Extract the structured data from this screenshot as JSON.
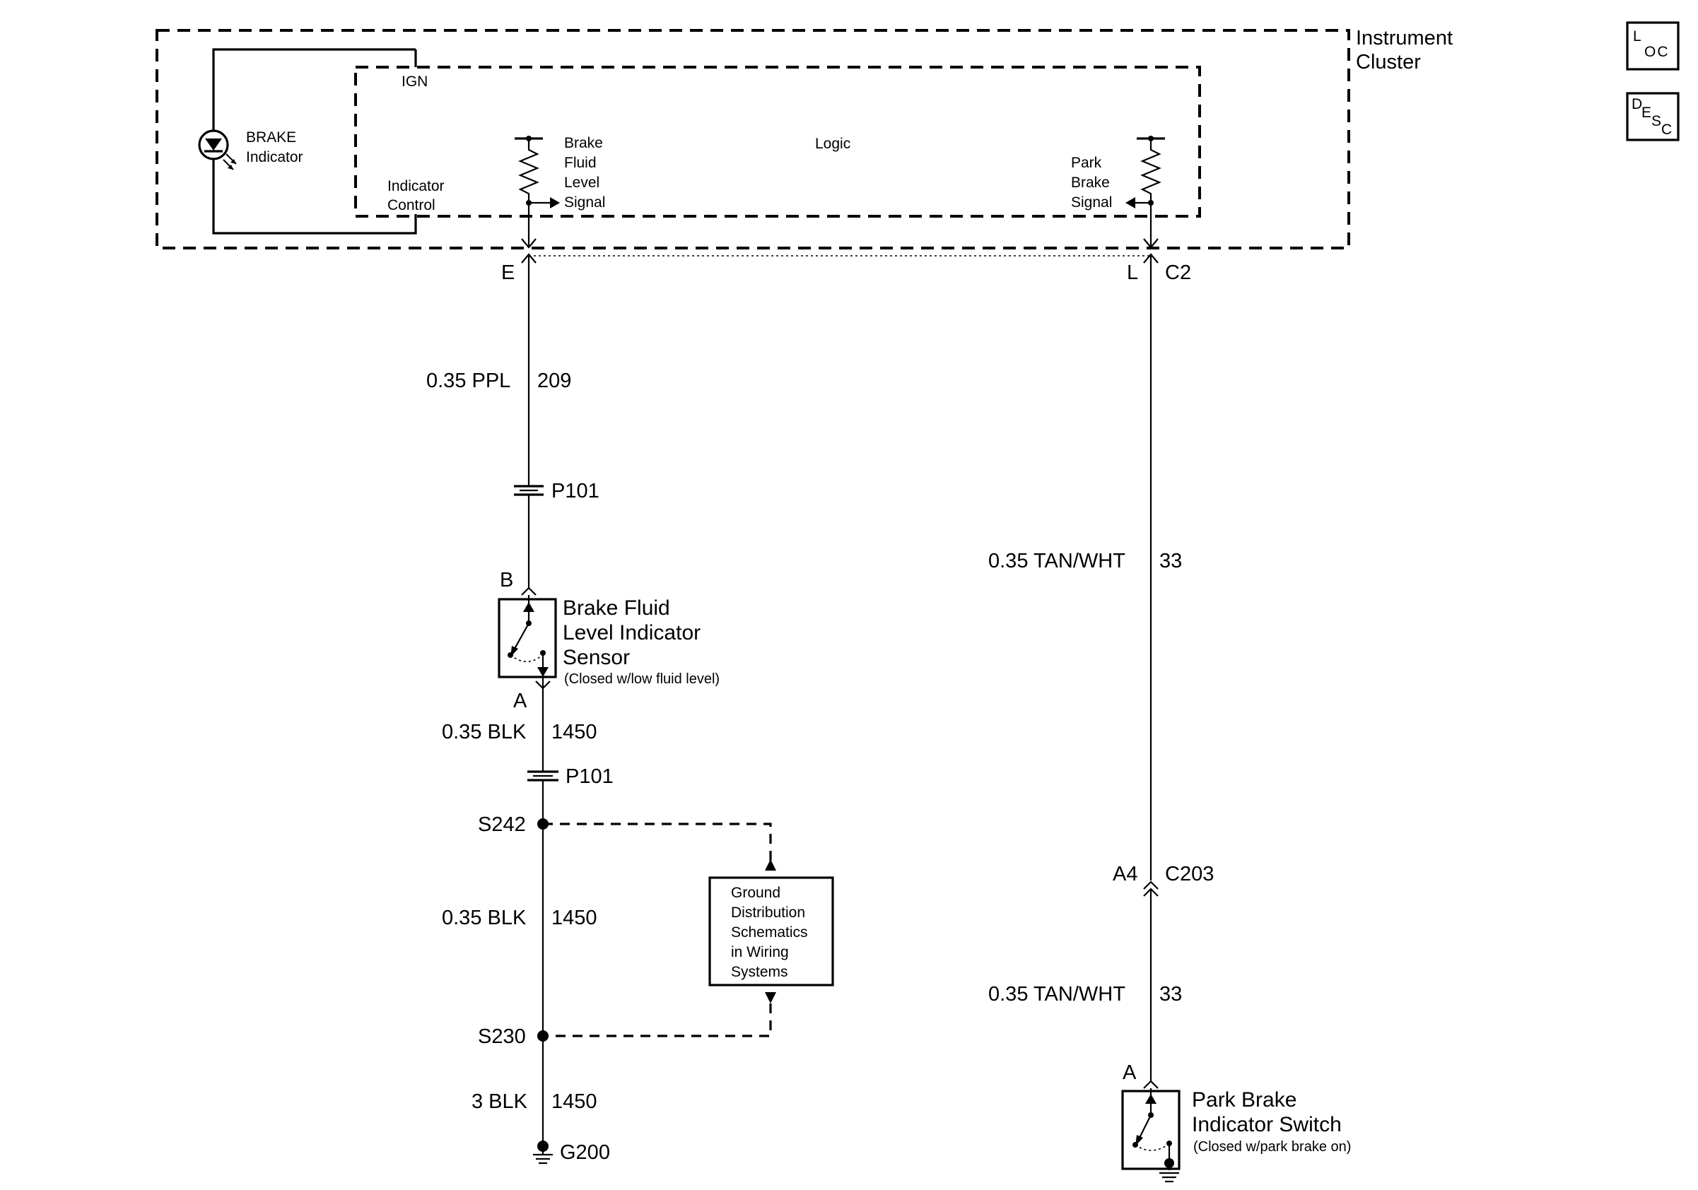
{
  "instrument_cluster": {
    "label_line1": "Instrument",
    "label_line2": "Cluster"
  },
  "brake_indicator": {
    "line1": "BRAKE",
    "line2": "Indicator"
  },
  "ign_label": "IGN",
  "indicator_control": {
    "line1": "Indicator",
    "line2": "Control"
  },
  "logic_label": "Logic",
  "brake_fluid_signal": [
    "Brake",
    "Fluid",
    "Level",
    "Signal"
  ],
  "park_brake_signal": [
    "Park",
    "Brake",
    "Signal"
  ],
  "loc_icon": {
    "big": "L",
    "small": "OC"
  },
  "desc_icon": {
    "big": "D",
    "mid": "E",
    "s": "S",
    "c": "C"
  },
  "left_circuit": {
    "pin_top": "E",
    "wire1_gauge": "0.35 PPL",
    "wire1_circuit": "209",
    "connector1": "P101",
    "pin_b": "B",
    "sensor_name": [
      "Brake Fluid",
      "Level Indicator",
      "Sensor"
    ],
    "sensor_note": "(Closed w/low fluid level)",
    "pin_a": "A",
    "wire2_gauge": "0.35 BLK",
    "wire2_circuit": "1450",
    "connector2": "P101",
    "splice1": "S242",
    "wire3_gauge": "0.35 BLK",
    "wire3_circuit": "1450",
    "splice2": "S230",
    "wire4_gauge": "3 BLK",
    "wire4_circuit": "1450",
    "ground": "G200"
  },
  "ground_box": [
    "Ground",
    "Distribution",
    "Schematics",
    "in Wiring",
    "Systems"
  ],
  "right_circuit": {
    "pin_top": "L",
    "connector_top": "C2",
    "wire1_gauge": "0.35 TAN/WHT",
    "wire1_circuit": "33",
    "pin_mid": "A4",
    "connector_mid": "C203",
    "wire2_gauge": "0.35 TAN/WHT",
    "wire2_circuit": "33",
    "pin_a": "A",
    "switch_name": [
      "Park Brake",
      "Indicator Switch"
    ],
    "switch_note": "(Closed w/park brake on)"
  }
}
